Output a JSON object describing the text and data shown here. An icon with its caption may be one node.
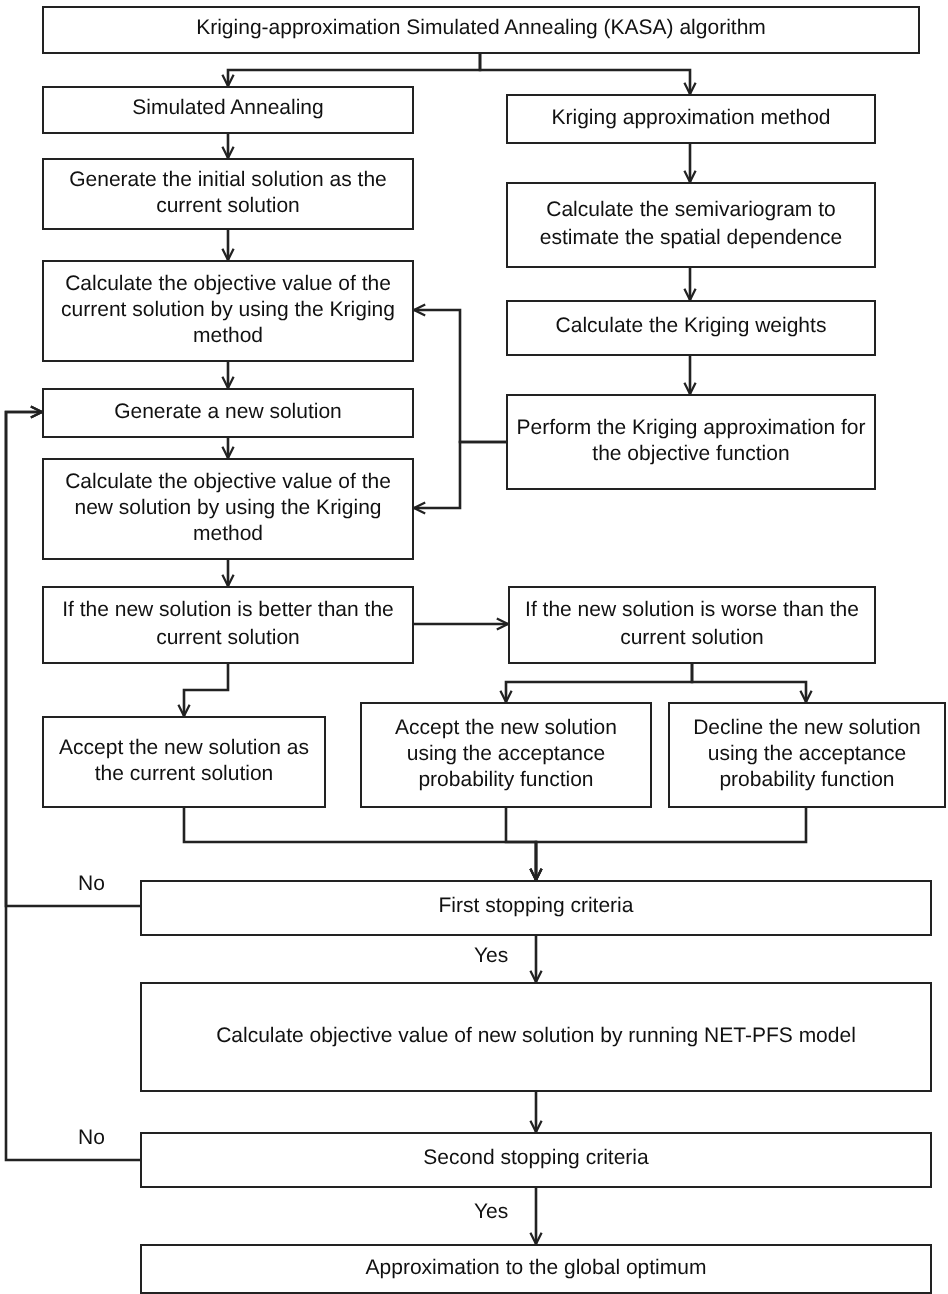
{
  "diagram": {
    "nodes": [
      {
        "text": [
          "Kriging-approximation Simulated Annealing (KASA) algorithm"
        ]
      },
      {
        "text": [
          "Simulated Annealing"
        ]
      },
      {
        "text": [
          "Kriging approximation method"
        ]
      },
      {
        "text": [
          "Generate the initial solution as the current solution"
        ]
      },
      {
        "text": [
          "Calculate the semivariogram to estimate the spatial dependence"
        ]
      },
      {
        "text": [
          "Calculate the objective value of the current solution by using the Kriging method"
        ]
      },
      {
        "text": [
          "Calculate the Kriging weights"
        ]
      },
      {
        "text": [
          "Generate a new solution"
        ]
      },
      {
        "text": [
          "Perform the Kriging approximation for the objective function"
        ]
      },
      {
        "text": [
          "Calculate the objective value of the new solution by using the Kriging method"
        ]
      },
      {
        "text": [
          "If the new solution is better than the current solution"
        ]
      },
      {
        "text": [
          "If the new solution is worse than the current solution"
        ]
      },
      {
        "text": [
          "Accept the new solution as the current solution"
        ]
      },
      {
        "text": [
          "Accept the new solution using the acceptance probability function"
        ]
      },
      {
        "text": [
          "Decline the new solution using the acceptance probability function"
        ]
      },
      {
        "text": [
          "First stopping criteria"
        ]
      },
      {
        "text": [
          "Calculate objective value of new solution by running NET-PFS model"
        ]
      },
      {
        "text": [
          "Second stopping criteria"
        ]
      },
      {
        "text": [
          "Approximation to the global optimum"
        ]
      }
    ],
    "edges": [
      {
        "from": 0,
        "to": 1,
        "arrow": "to"
      },
      {
        "from": 0,
        "to": 2,
        "arrow": "to"
      },
      {
        "from": 1,
        "to": 3,
        "arrow": "to"
      },
      {
        "from": 3,
        "to": 5,
        "arrow": "to"
      },
      {
        "from": 5,
        "to": 7,
        "arrow": "to"
      },
      {
        "from": 7,
        "to": 9,
        "arrow": "to"
      },
      {
        "from": 2,
        "to": 4,
        "arrow": "to"
      },
      {
        "from": 4,
        "to": 6,
        "arrow": "to"
      },
      {
        "from": 6,
        "to": 8,
        "arrow": "to"
      },
      {
        "from": 8,
        "to": 5,
        "arrow": "to"
      },
      {
        "from": 8,
        "to": 9,
        "arrow": "to"
      },
      {
        "from": 9,
        "to": 10,
        "arrow": "to"
      },
      {
        "from": 10,
        "to": 11,
        "arrow": "to"
      },
      {
        "from": 10,
        "to": 12,
        "arrow": "to"
      },
      {
        "from": 11,
        "to": 13,
        "arrow": "to"
      },
      {
        "from": 11,
        "to": 14,
        "arrow": "to"
      },
      {
        "from": 12,
        "to": 15,
        "arrow": "to"
      },
      {
        "from": 13,
        "to": 15,
        "arrow": "to"
      },
      {
        "from": 14,
        "to": 15,
        "arrow": "to"
      },
      {
        "from": 15,
        "to": 16,
        "arrow": "to",
        "label": "Yes"
      },
      {
        "from": 16,
        "to": 17,
        "arrow": "to"
      },
      {
        "from": 17,
        "to": 18,
        "arrow": "to",
        "label": "Yes"
      },
      {
        "from": 15,
        "to": 7,
        "arrow": "to",
        "label": "No"
      },
      {
        "from": 17,
        "to": 7,
        "arrow": "to",
        "label": "No"
      }
    ]
  }
}
